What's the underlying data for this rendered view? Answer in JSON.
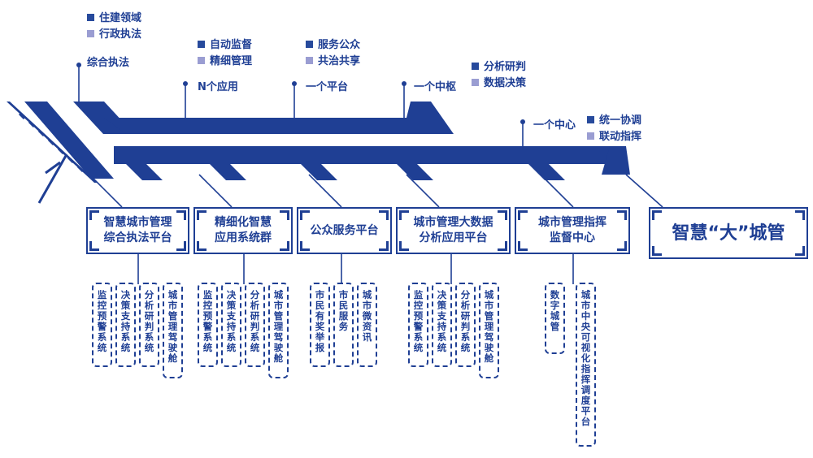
{
  "top_labels": {
    "zonghe": "综合执法",
    "n_apps": "N个应用",
    "one_platform": "一个平台",
    "one_hub": "一个中枢",
    "one_center": "一个中心"
  },
  "legends": {
    "zonghe": [
      {
        "text": "住建领域",
        "tone": "dark"
      },
      {
        "text": "行政执法",
        "tone": "light"
      }
    ],
    "n_apps": [
      {
        "text": "自动监督",
        "tone": "dark"
      },
      {
        "text": "精细管理",
        "tone": "light"
      }
    ],
    "one_platform": [
      {
        "text": "服务公众",
        "tone": "dark"
      },
      {
        "text": "共治共享",
        "tone": "light"
      }
    ],
    "one_hub": [
      {
        "text": "分析研判",
        "tone": "dark"
      },
      {
        "text": "数据决策",
        "tone": "light"
      }
    ],
    "one_center": [
      {
        "text": "统一协调",
        "tone": "dark"
      },
      {
        "text": "联动指挥",
        "tone": "light"
      }
    ]
  },
  "colors": {
    "primary": "#1f3f94",
    "dark_marker": "#274a9c",
    "light_marker": "#9a9dd2"
  },
  "main_box": "智慧“大”城管",
  "platforms": [
    {
      "line1": "智慧城市管理",
      "line2": "综合执法平台",
      "subs": [
        "监控预警系统",
        "决策支持系统",
        "分析研判系统",
        "城市管理驾驶舱"
      ]
    },
    {
      "line1": "精细化智慧",
      "line2": "应用系统群",
      "subs": [
        "监控预警系统",
        "决策支持系统",
        "分析研判系统",
        "城市管理驾驶舱"
      ]
    },
    {
      "line1": "公众服务平台",
      "line2": "",
      "subs": [
        "市民有奖举报",
        "市民服务",
        "城市微资讯"
      ]
    },
    {
      "line1": "城市管理大数据",
      "line2": "分析应用平台",
      "subs": [
        "监控预警系统",
        "决策支持系统",
        "分析研判系统",
        "城市管理驾驶舱"
      ]
    },
    {
      "line1": "城市管理指挥",
      "line2": "监督中心",
      "subs": [
        "数字城管",
        "城市中央可视化指挥调度平台"
      ]
    }
  ]
}
